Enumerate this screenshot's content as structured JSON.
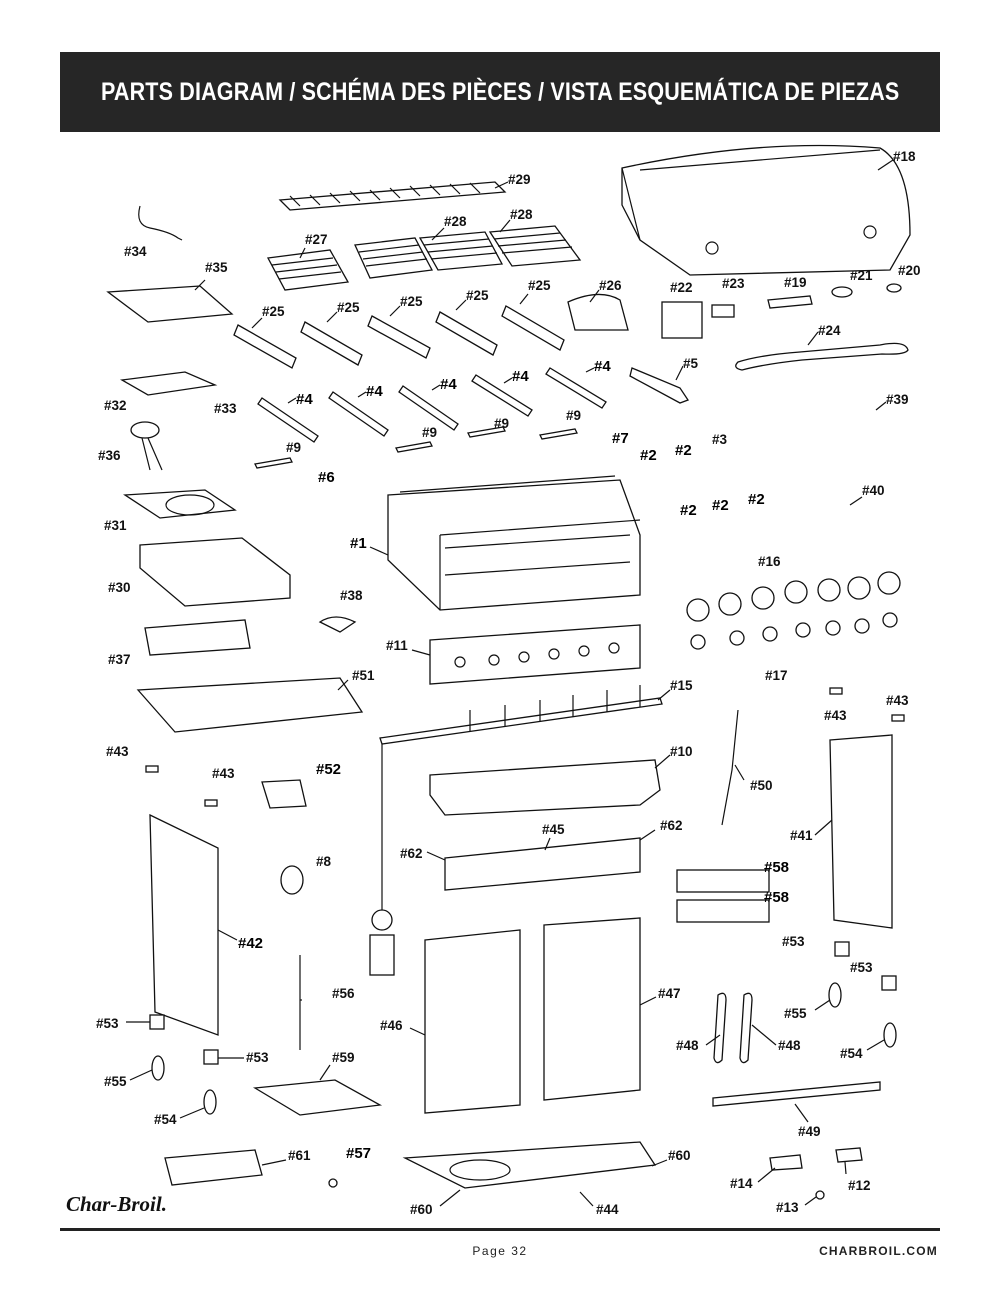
{
  "header": {
    "title": "PARTS DIAGRAM / SCHÉMA DES PIÈCES / VISTA ESQUEMÁTICA DE PIEZAS"
  },
  "labels": [
    "#18",
    "#29",
    "#28",
    "#28",
    "#27",
    "#34",
    "#35",
    "#25",
    "#25",
    "#25",
    "#25",
    "#25",
    "#26",
    "#22",
    "#23",
    "#19",
    "#21",
    "#20",
    "#24",
    "#4",
    "#4",
    "#4",
    "#4",
    "#4",
    "#5",
    "#32",
    "#33",
    "#36",
    "#9",
    "#9",
    "#9",
    "#9",
    "#6",
    "#7",
    "#2",
    "#2",
    "#3",
    "#39",
    "#2",
    "#2",
    "#2",
    "#40",
    "#31",
    "#1",
    "#16",
    "#30",
    "#38",
    "#11",
    "#37",
    "#17",
    "#51",
    "#15",
    "#43",
    "#43",
    "#43",
    "#52",
    "#10",
    "#50",
    "#43",
    "#45",
    "#62",
    "#41",
    "#62",
    "#8",
    "#42",
    "#58",
    "#58",
    "#53",
    "#53",
    "#56",
    "#47",
    "#46",
    "#48",
    "#48",
    "#55",
    "#54",
    "#53",
    "#53",
    "#59",
    "#55",
    "#54",
    "#49",
    "#61",
    "#57",
    "#60",
    "#14",
    "#12",
    "#60",
    "#44",
    "#13"
  ],
  "footer": {
    "brand": "Char-Broil.",
    "page": "Page 32",
    "website": "CHARBROIL.COM"
  }
}
